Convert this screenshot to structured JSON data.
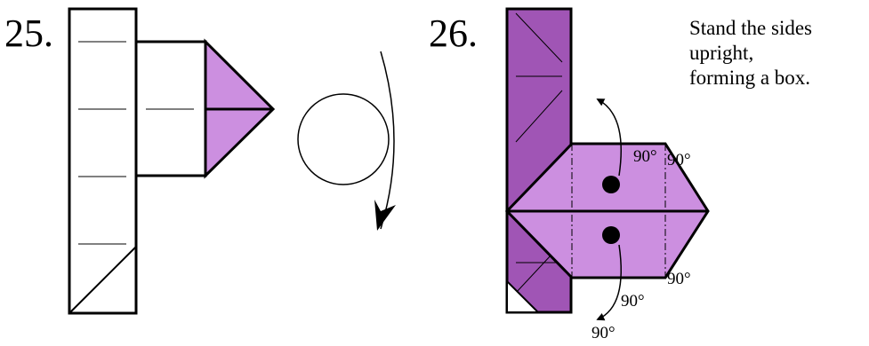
{
  "step25": {
    "number": "25."
  },
  "step26": {
    "number": "26.",
    "angles": [
      "90°",
      "90°",
      "90°",
      "90°",
      "90°"
    ],
    "instruction": [
      "Stand the sides",
      "upright,",
      "forming a box."
    ]
  },
  "colors": {
    "light_purple": "#cc8fe0",
    "dark_purple": "#a055b5",
    "line": "#000000"
  }
}
